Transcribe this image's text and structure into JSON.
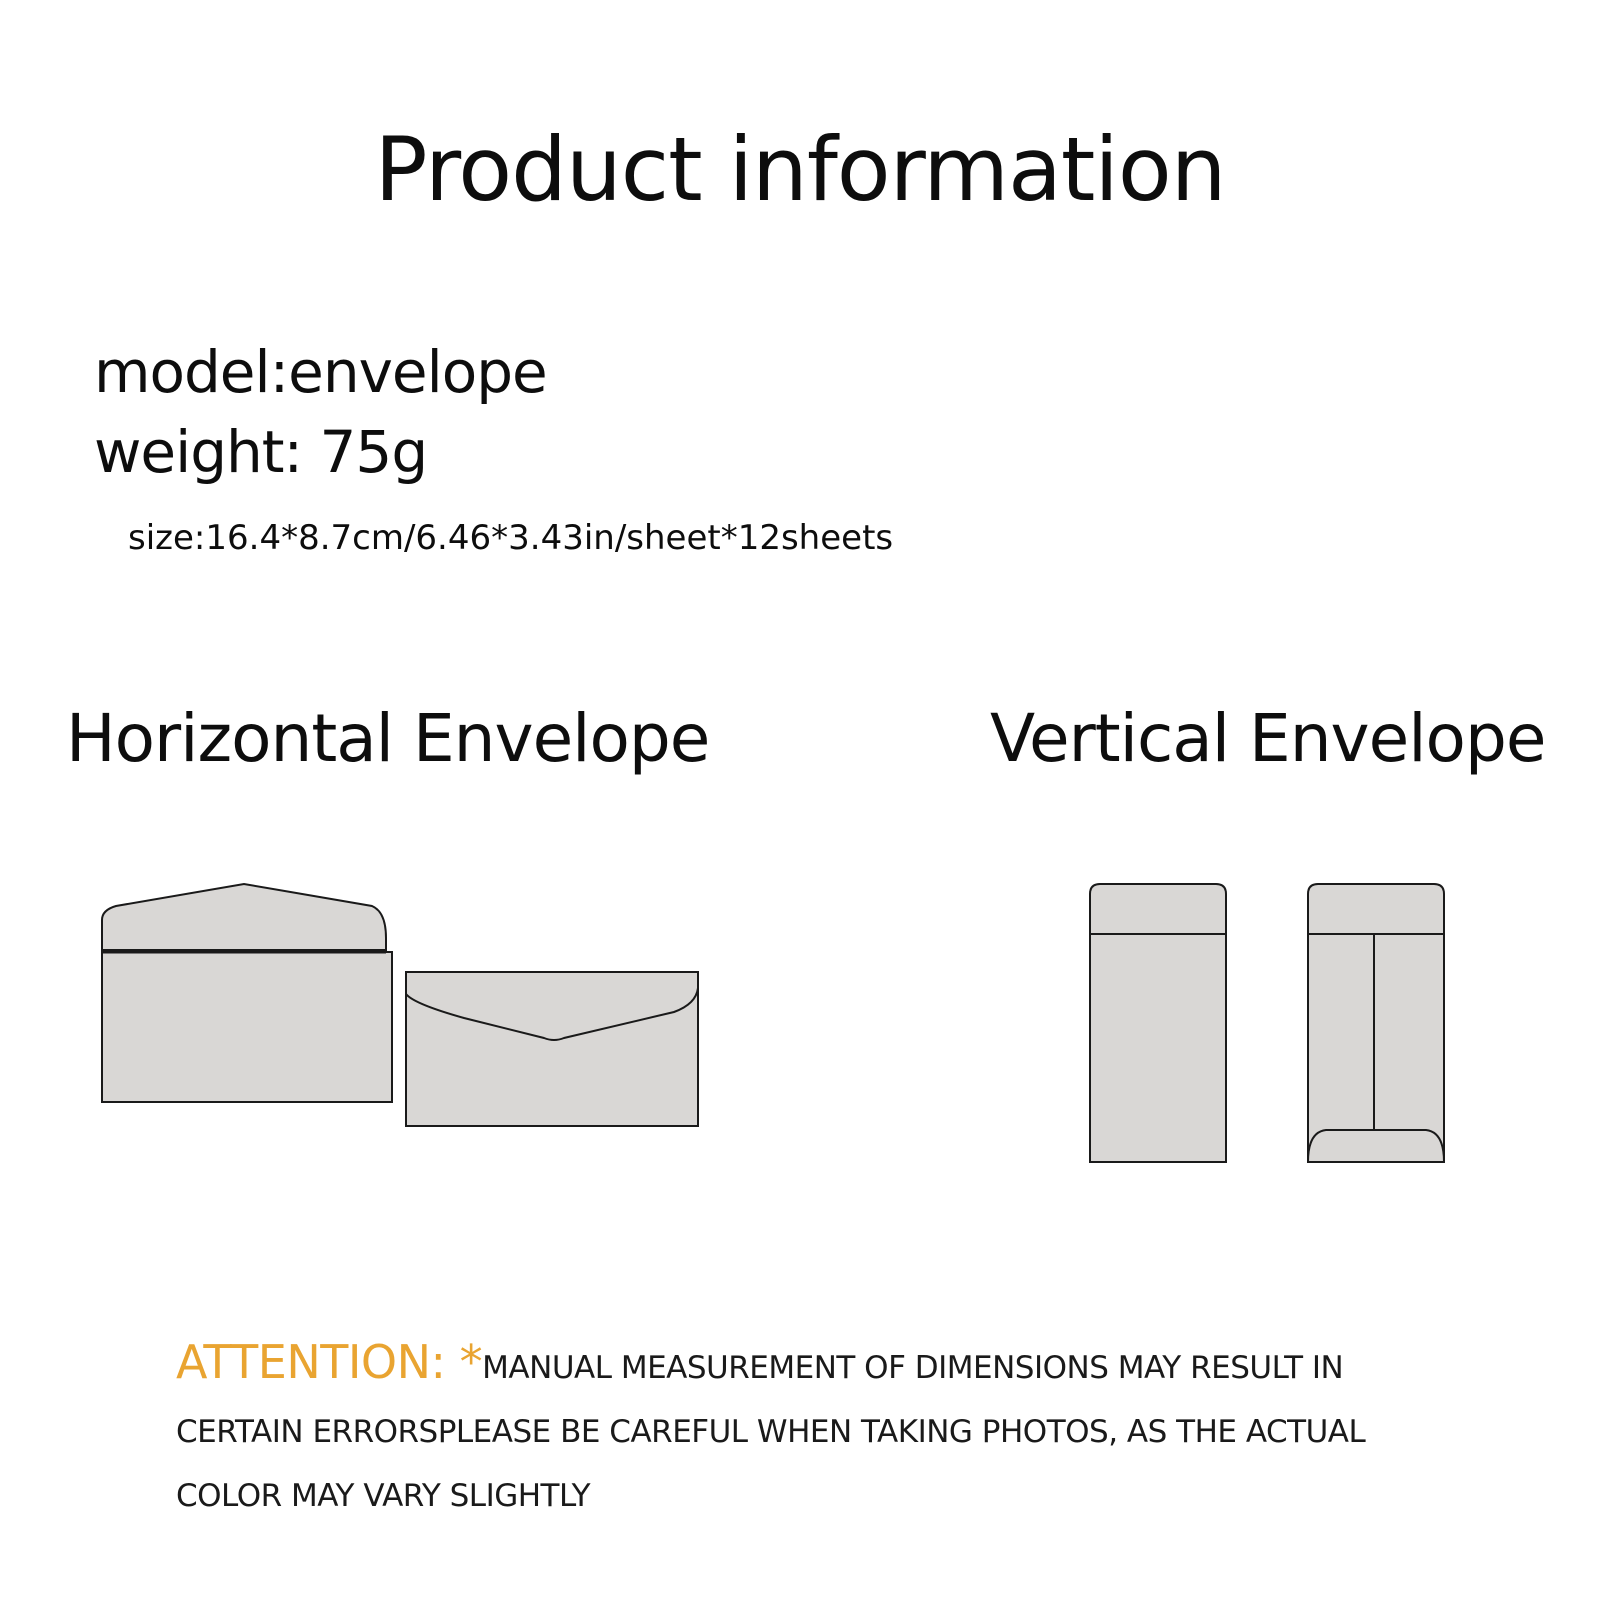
{
  "title": "Product information",
  "specs": {
    "model_label": "model:",
    "model_value": "envelope",
    "weight_label": "weight:",
    "weight_value": " 75g",
    "size_text": "size:16.4*8.7cm/6.46*3.43in/sheet*12sheets"
  },
  "sections": {
    "horizontal_title": "Horizontal Envelope",
    "vertical_title": "Vertical Envelope"
  },
  "attention": {
    "label": "ATTENTION: *",
    "text": "MANUAL MEASUREMENT OF DIMENSIONS MAY RESULT IN CERTAIN ERRORSPLEASE BE CAREFUL WHEN TAKING PHOTOS, AS THE ACTUAL COLOR MAY VARY SLIGHTLY"
  },
  "colors": {
    "accent": "#e9a431",
    "envelope_fill": "#d9d7d5",
    "outline": "#1a1a1a"
  }
}
